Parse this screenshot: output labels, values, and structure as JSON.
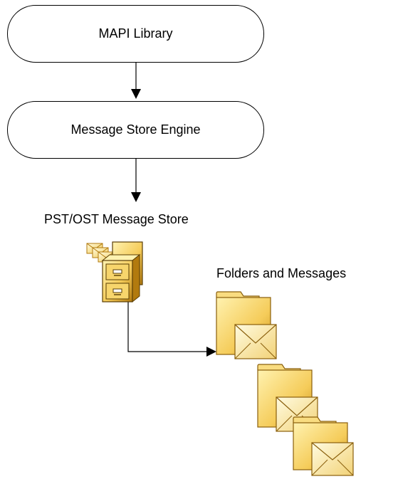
{
  "diagram": {
    "nodes": {
      "mapi_library": "MAPI Library",
      "message_store_engine": "Message Store Engine"
    },
    "labels": {
      "message_store": "PST/OST Message Store",
      "folders_and_messages": "Folders and Messages"
    },
    "icons": {
      "message_store": "filing-cabinet-with-envelopes-icon",
      "folder_message": "folder-with-envelope-icon"
    },
    "colors": {
      "line": "#000000",
      "folder_light": "#fff2b0",
      "folder_mid": "#f5cc5a",
      "folder_dark": "#b27a0e",
      "envelope": "#fbe8a6"
    }
  }
}
